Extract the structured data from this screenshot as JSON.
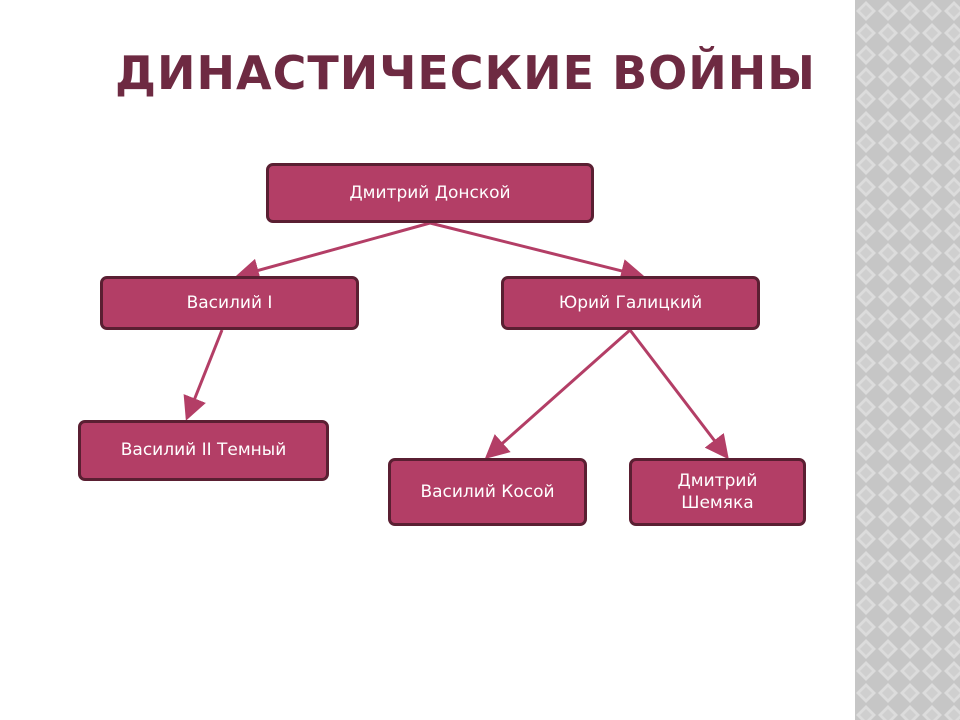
{
  "title": "ДИНАСТИЧЕСКИЕ ВОЙНЫ",
  "colors": {
    "title": "#6e2a42",
    "node_fill": "#b33e66",
    "node_border": "#5a1f32",
    "connector": "#b33e66",
    "side_pattern_base": "#c8c8c8",
    "side_pattern_light": "#dedede"
  },
  "nodes": {
    "dmitry_donskoy": "Дмитрий Донской",
    "vasily_1": "Василий I",
    "yury_galitsky": "Юрий Галицкий",
    "vasily_2": "Василий II Темный",
    "vasily_kosoy": "Василий Косой",
    "dmitry_shemyaka": "Дмитрий\nШемяка"
  },
  "edges": [
    {
      "from": "dmitry_donskoy",
      "to": "vasily_1"
    },
    {
      "from": "dmitry_donskoy",
      "to": "yury_galitsky"
    },
    {
      "from": "vasily_1",
      "to": "vasily_2"
    },
    {
      "from": "yury_galitsky",
      "to": "vasily_kosoy"
    },
    {
      "from": "yury_galitsky",
      "to": "dmitry_shemyaka"
    }
  ]
}
